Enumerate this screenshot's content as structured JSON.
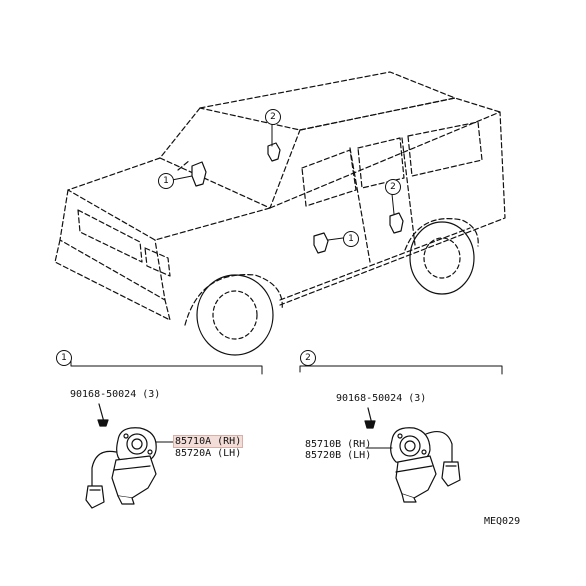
{
  "diagram": {
    "callouts": {
      "one": "1",
      "two": "2"
    },
    "group1": {
      "number": "1",
      "screw_part": "90168-50024 (3)",
      "motor_part_rh": "85710A (RH)",
      "motor_part_lh": "85720A (LH)"
    },
    "group2": {
      "number": "2",
      "screw_part": "90168-50024 (3)",
      "motor_part_rh": "85710B (RH)",
      "motor_part_lh": "85720B (LH)"
    },
    "figure_code": "MEQ029"
  }
}
